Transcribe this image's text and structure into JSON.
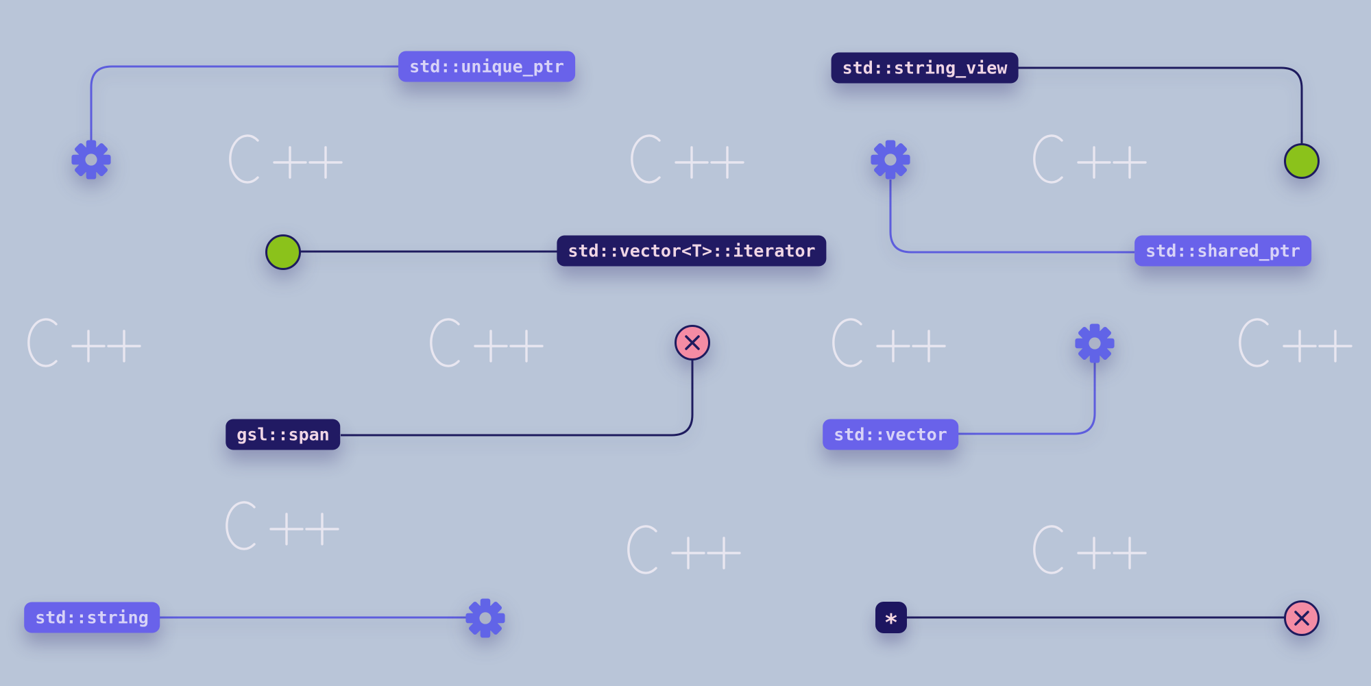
{
  "theme": {
    "background": "#b9c5d8",
    "purple_badge": "#6962ea",
    "navy_badge": "#211a63",
    "purple_line": "#5d5ddd",
    "navy_line": "#1e1b5e",
    "lavender_text": "#d8d3f7",
    "pink_text": "#f0d6e5",
    "green_marker": "#8bc21b",
    "pink_marker": "#f48ca4",
    "watermark_color": "#f3edf5"
  },
  "watermark": {
    "label": "C++"
  },
  "badges": {
    "unique_ptr": {
      "text": "std::unique_ptr",
      "variant": "purple"
    },
    "string_view": {
      "text": "std::string_view",
      "variant": "navy"
    },
    "vector_iterator": {
      "text": "std::vector<T>::iterator",
      "variant": "navy"
    },
    "shared_ptr": {
      "text": "std::shared_ptr",
      "variant": "purple"
    },
    "gsl_span": {
      "text": "gsl::span",
      "variant": "navy"
    },
    "std_vector": {
      "text": "std::vector",
      "variant": "purple"
    },
    "std_string": {
      "text": "std::string",
      "variant": "purple"
    },
    "pointer": {
      "text": "*",
      "variant": "navy"
    }
  },
  "icons": {
    "gear": "gear-icon",
    "green_dot": "green-circle-marker",
    "x_marker": "x-circle-icon"
  }
}
